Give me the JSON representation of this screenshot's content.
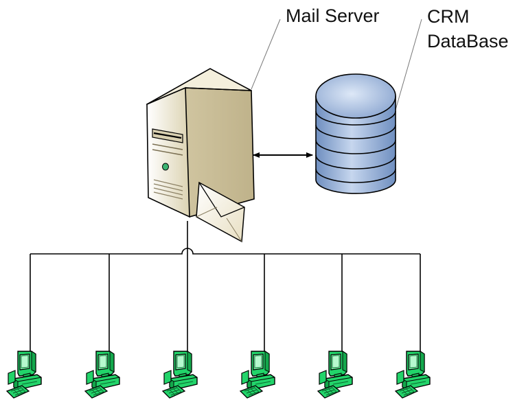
{
  "labels": {
    "mail_server": "Mail Server",
    "crm_line1": "CRM",
    "crm_line2": "DataBase"
  },
  "nodes": {
    "server": {
      "icon": "mail-server-icon"
    },
    "database": {
      "icon": "database-icon"
    },
    "workstations": [
      {
        "icon": "workstation-icon"
      },
      {
        "icon": "workstation-icon"
      },
      {
        "icon": "workstation-icon"
      },
      {
        "icon": "workstation-icon"
      },
      {
        "icon": "workstation-icon"
      },
      {
        "icon": "workstation-icon"
      }
    ]
  },
  "colors": {
    "server_body": "#e8e0c4",
    "server_side": "#cfc4a0",
    "db_body": "#9fb8dc",
    "workstation": "#22d46a",
    "line": "#000000"
  }
}
